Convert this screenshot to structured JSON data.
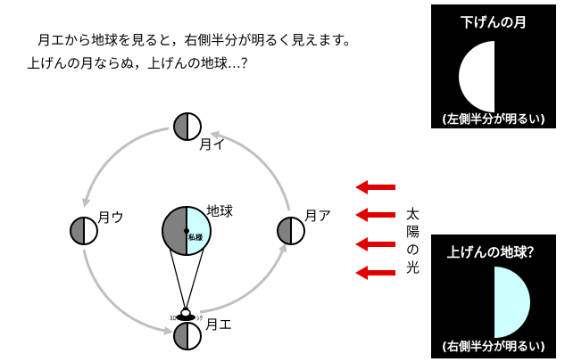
{
  "intro": {
    "line1": "月エから地球を見ると，右側半分が明るく見えます。",
    "line2": "上げんの月ならぬ，上げんの地球…？"
  },
  "labels": {
    "moon_i": "月イ",
    "moon_u": "月ウ",
    "moon_a": "月ア",
    "moon_e": "月エ",
    "earth": "地球",
    "earth_tag": "私様",
    "sunlight": "太陽の光"
  },
  "panels": {
    "top": {
      "title": "下げんの月",
      "caption": "(左側半分が明るい)"
    },
    "bottom": {
      "title": "上げんの地球？",
      "caption": "(右側半分が明るい)"
    }
  },
  "colors": {
    "arrow": "#e00000",
    "orbit": "#c0c0c0",
    "dark_side": "#808080",
    "earth_lit": "#ccffff",
    "panel_bg": "#000000"
  }
}
